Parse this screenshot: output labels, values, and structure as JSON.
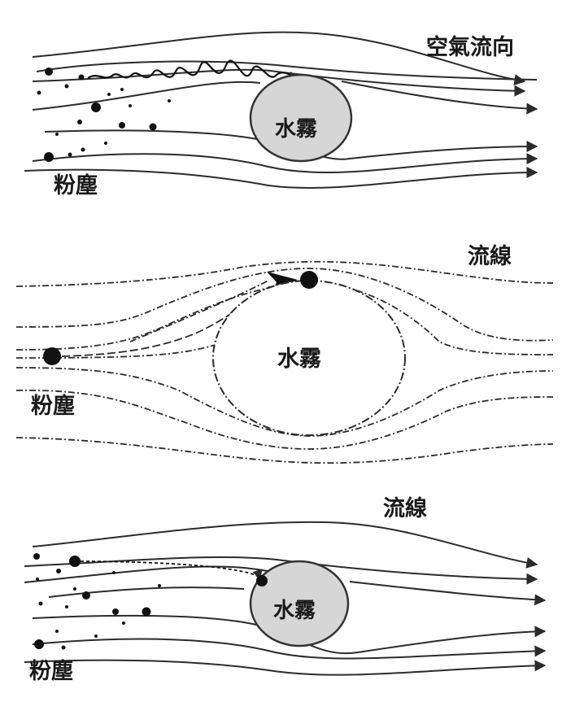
{
  "panels": [
    {
      "air_flow_label": "空氣流向",
      "droplet_label": "水霧",
      "dust_label": "粉塵"
    },
    {
      "streamline_label": "流線",
      "droplet_label": "水霧",
      "dust_label": "粉塵"
    },
    {
      "streamline_label": "流線",
      "droplet_label": "水霧",
      "dust_label": "粉塵"
    }
  ],
  "colors": {
    "line": "#2b2b2b",
    "droplet_fill": "#d6d6d6",
    "particle": "#111111",
    "background": "#ffffff"
  }
}
